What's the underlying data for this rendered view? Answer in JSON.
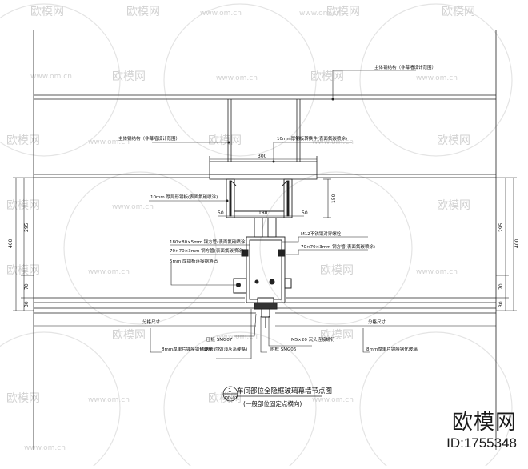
{
  "drawing": {
    "labels": {
      "main_steel_top": "主体钢结构（非幕墙设计范围）",
      "main_steel_mid": "主体钢结构（非幕墙设计范围）",
      "steel_plate_10": "10mm厚钢板转换件(表面氟碳喷涂)",
      "steel_bracket_10": "10mm 厚异形钢板(表面氟碳喷涂)",
      "tube_180": "180×80×5mm 钢方管(表面氟碳喷涂)",
      "tube_70_left": "70×70×3mm 钢方管(表面氟碳喷涂)",
      "plate_5mm": "5mm 厚钢板连接钢角码",
      "bolt_m12": "M12不锈钢对穿螺栓",
      "tube_70_right": "70×70×3mm 钢方管(表面氟碳喷涂)",
      "division_left": "分格尺寸",
      "division_right": "分格尺寸",
      "pressure_plate": "压板 SMG07",
      "bolt_m5": "M5×20 沉头连接螺钉",
      "glass_left": "8mm厚单片镀膜钢化玻璃",
      "sealant": "硅酮密封胶(浅灰系硬基)",
      "cover_cap": "附框 SMG06",
      "glass_right": "8mm厚单片镀膜钢化玻璃"
    },
    "dimensions": {
      "d300": "300",
      "d50a": "50",
      "d180": "180",
      "d50b": "50",
      "d150": "150",
      "d295_left": "295",
      "d400_left": "400",
      "d70_left": "70",
      "d30_left": "30",
      "d295_right": "295",
      "d400_right": "400",
      "d70_right": "70",
      "d30_right": "30"
    },
    "title": {
      "marker_top": "1",
      "marker_bottom": "DD-01",
      "main": "车间部位全隐框玻璃幕墙节点图",
      "sub": "(一般部位固定点横向)"
    }
  },
  "watermarks": [
    "欧模网",
    "www.om.cn"
  ],
  "brand": {
    "name": "欧模网",
    "id": "ID:1755348"
  }
}
